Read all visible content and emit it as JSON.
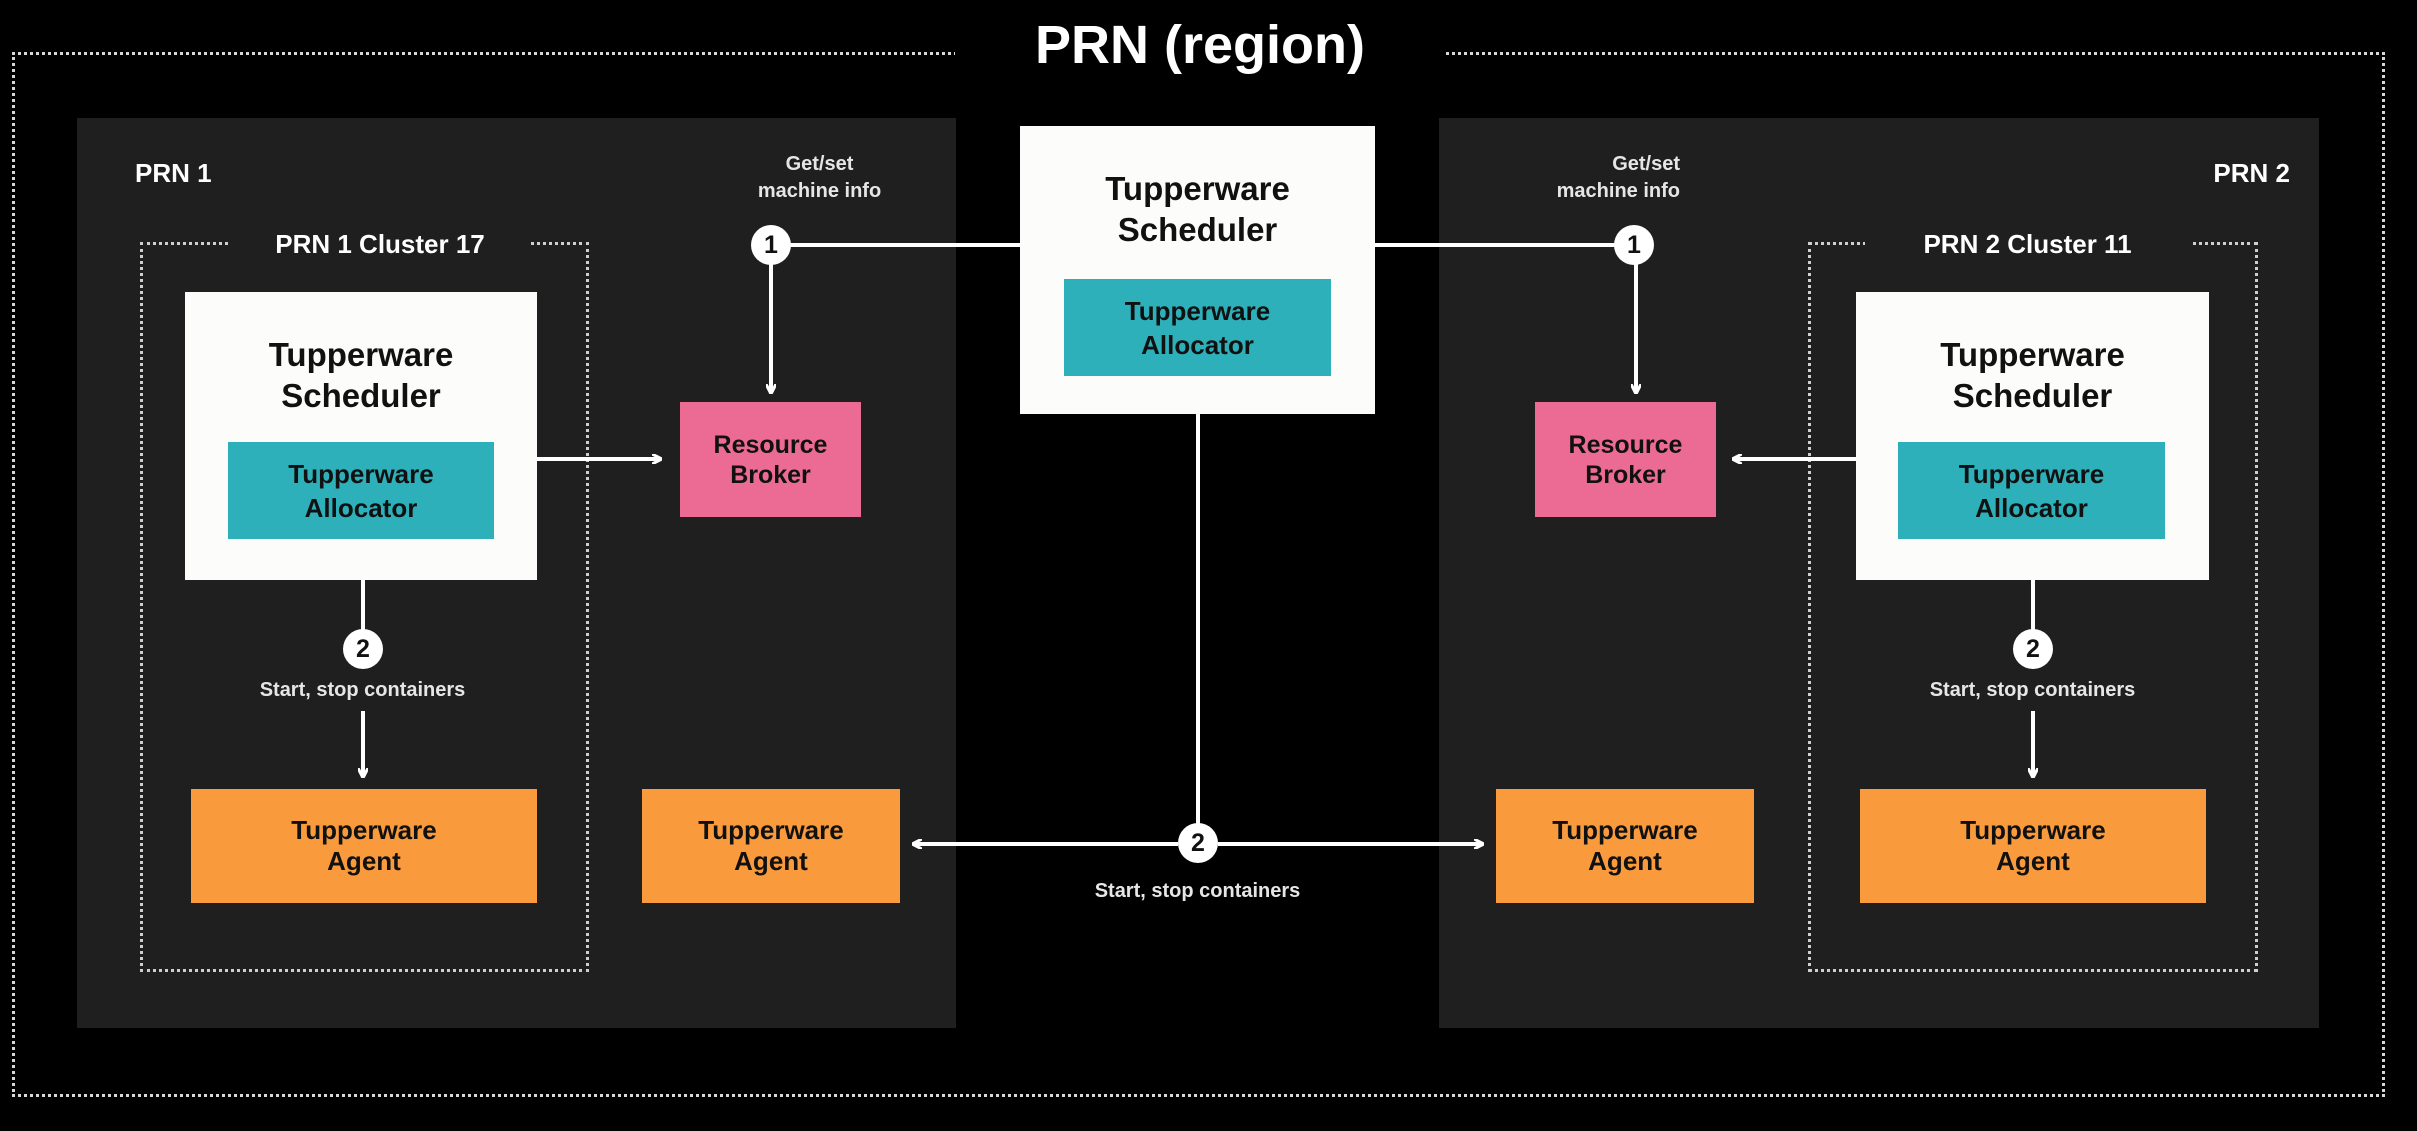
{
  "region": {
    "title": "PRN (region)"
  },
  "global_scheduler": {
    "title": "Tupperware\nScheduler",
    "allocator": "Tupperware\nAllocator"
  },
  "prn1": {
    "label": "PRN 1",
    "cluster_label": "PRN 1 Cluster 17",
    "scheduler_title": "Tupperware\nScheduler",
    "allocator": "Tupperware\nAllocator",
    "broker": "Resource\nBroker",
    "cluster_agent": "Tupperware\nAgent",
    "outer_agent": "Tupperware\nAgent",
    "get_set_note": "Get/set\nmachine info",
    "badge_1": "1",
    "badge_2": "2",
    "start_stop_note": "Start, stop containers"
  },
  "prn2": {
    "label": "PRN 2",
    "cluster_label": "PRN 2 Cluster 11",
    "scheduler_title": "Tupperware\nScheduler",
    "allocator": "Tupperware\nAllocator",
    "broker": "Resource\nBroker",
    "cluster_agent": "Tupperware\nAgent",
    "outer_agent": "Tupperware\nAgent",
    "get_set_note": "Get/set\nmachine info",
    "badge_1": "1",
    "badge_2": "2",
    "start_stop_note": "Start, stop containers"
  },
  "center": {
    "badge_2": "2",
    "start_stop_note": "Start, stop containers"
  },
  "colors": {
    "background": "#000000",
    "panel": "#1f1f1f",
    "scheduler_card": "#fcfcfa",
    "allocator": "#2db0ba",
    "resource_broker": "#eb6b95",
    "agent": "#f99a3c",
    "connector": "#ffffff"
  }
}
